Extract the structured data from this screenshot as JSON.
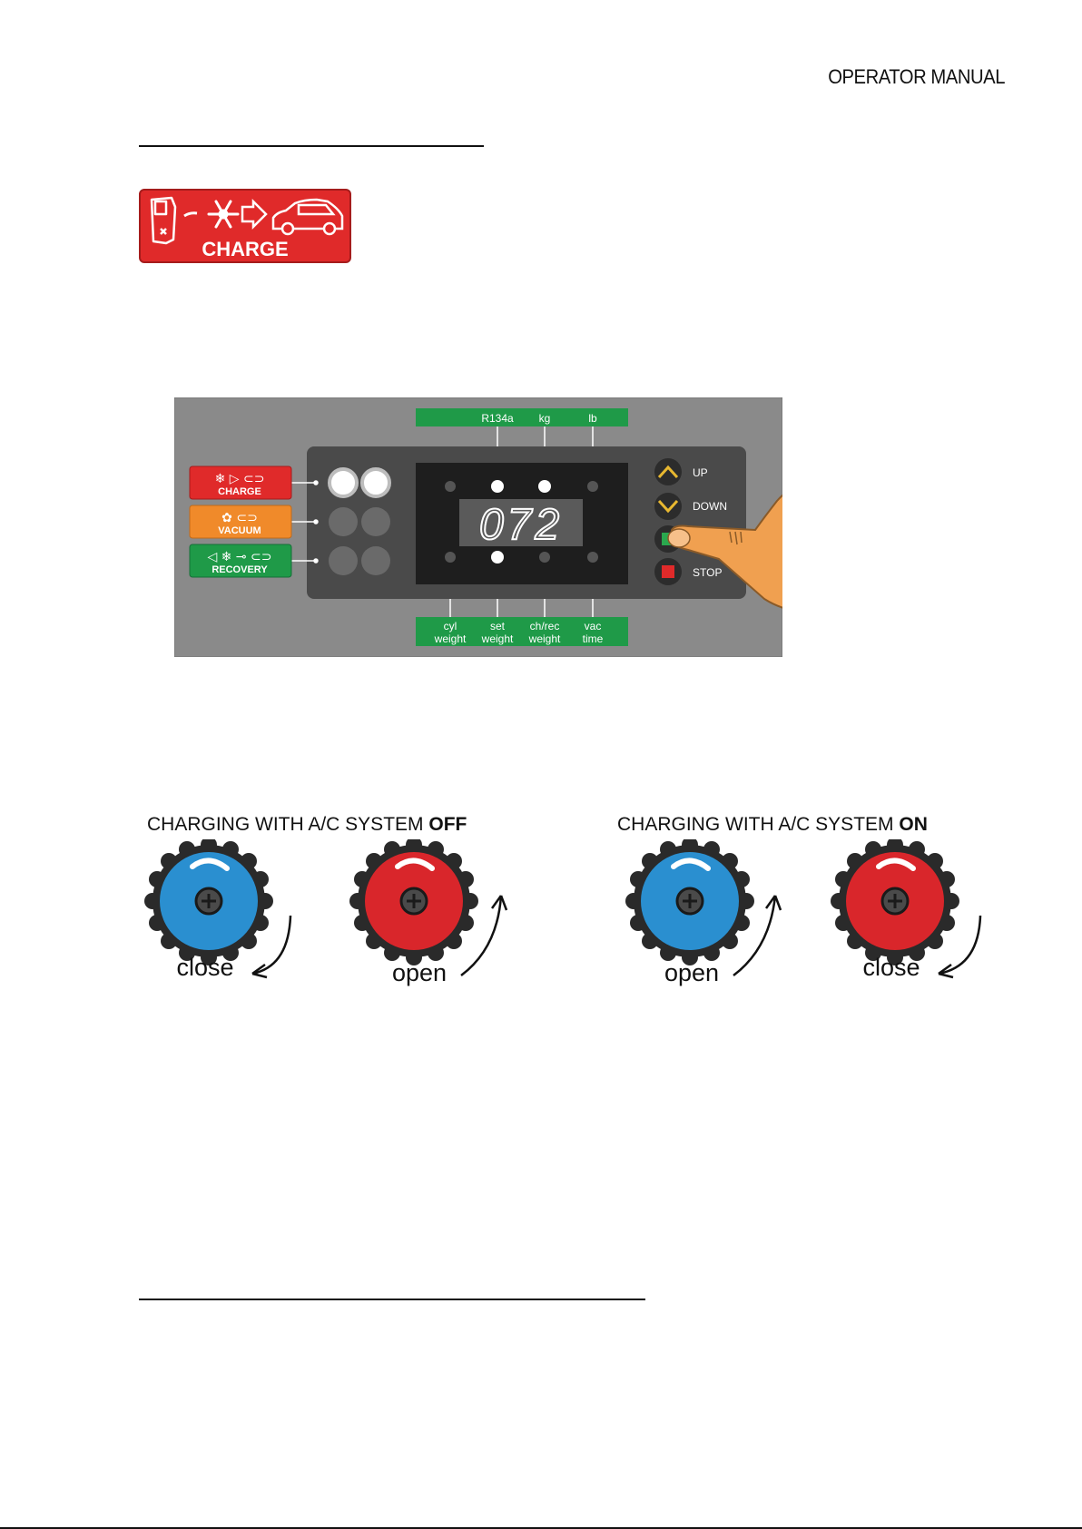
{
  "header": {
    "title": "OPERATOR MANUAL"
  },
  "charge_badge": {
    "label": "CHARGE",
    "color": "#e02a2a"
  },
  "control_panel": {
    "modes": [
      {
        "label": "CHARGE",
        "color": "#e02a2a"
      },
      {
        "label": "VACUUM",
        "color": "#f08a2a"
      },
      {
        "label": "RECOVERY",
        "color": "#1f9a48"
      }
    ],
    "top_indicators": [
      "R134a",
      "kg",
      "lb"
    ],
    "bottom_indicators": [
      {
        "line1": "cyl",
        "line2": "weight"
      },
      {
        "line1": "set",
        "line2": "weight"
      },
      {
        "line1": "ch/rec",
        "line2": "weight"
      },
      {
        "line1": "vac",
        "line2": "time"
      }
    ],
    "display_value": "072",
    "buttons": {
      "up": "UP",
      "down": "DOWN",
      "stop": "STOP"
    }
  },
  "charging_off": {
    "label_prefix": "CHARGING WITH A/C SYSTEM ",
    "label_bold": "OFF",
    "blue_knob": "close",
    "red_knob": "open"
  },
  "charging_on": {
    "label_prefix": "CHARGING WITH A/C SYSTEM ",
    "label_bold": "ON",
    "blue_knob": "open",
    "red_knob": "close"
  },
  "colors": {
    "blue_knob": "#2a8fd0",
    "red_knob": "#d9262b",
    "indicator_bar": "#1f9a48",
    "panel": "#8a8a8a",
    "hand": "#f0a050"
  }
}
